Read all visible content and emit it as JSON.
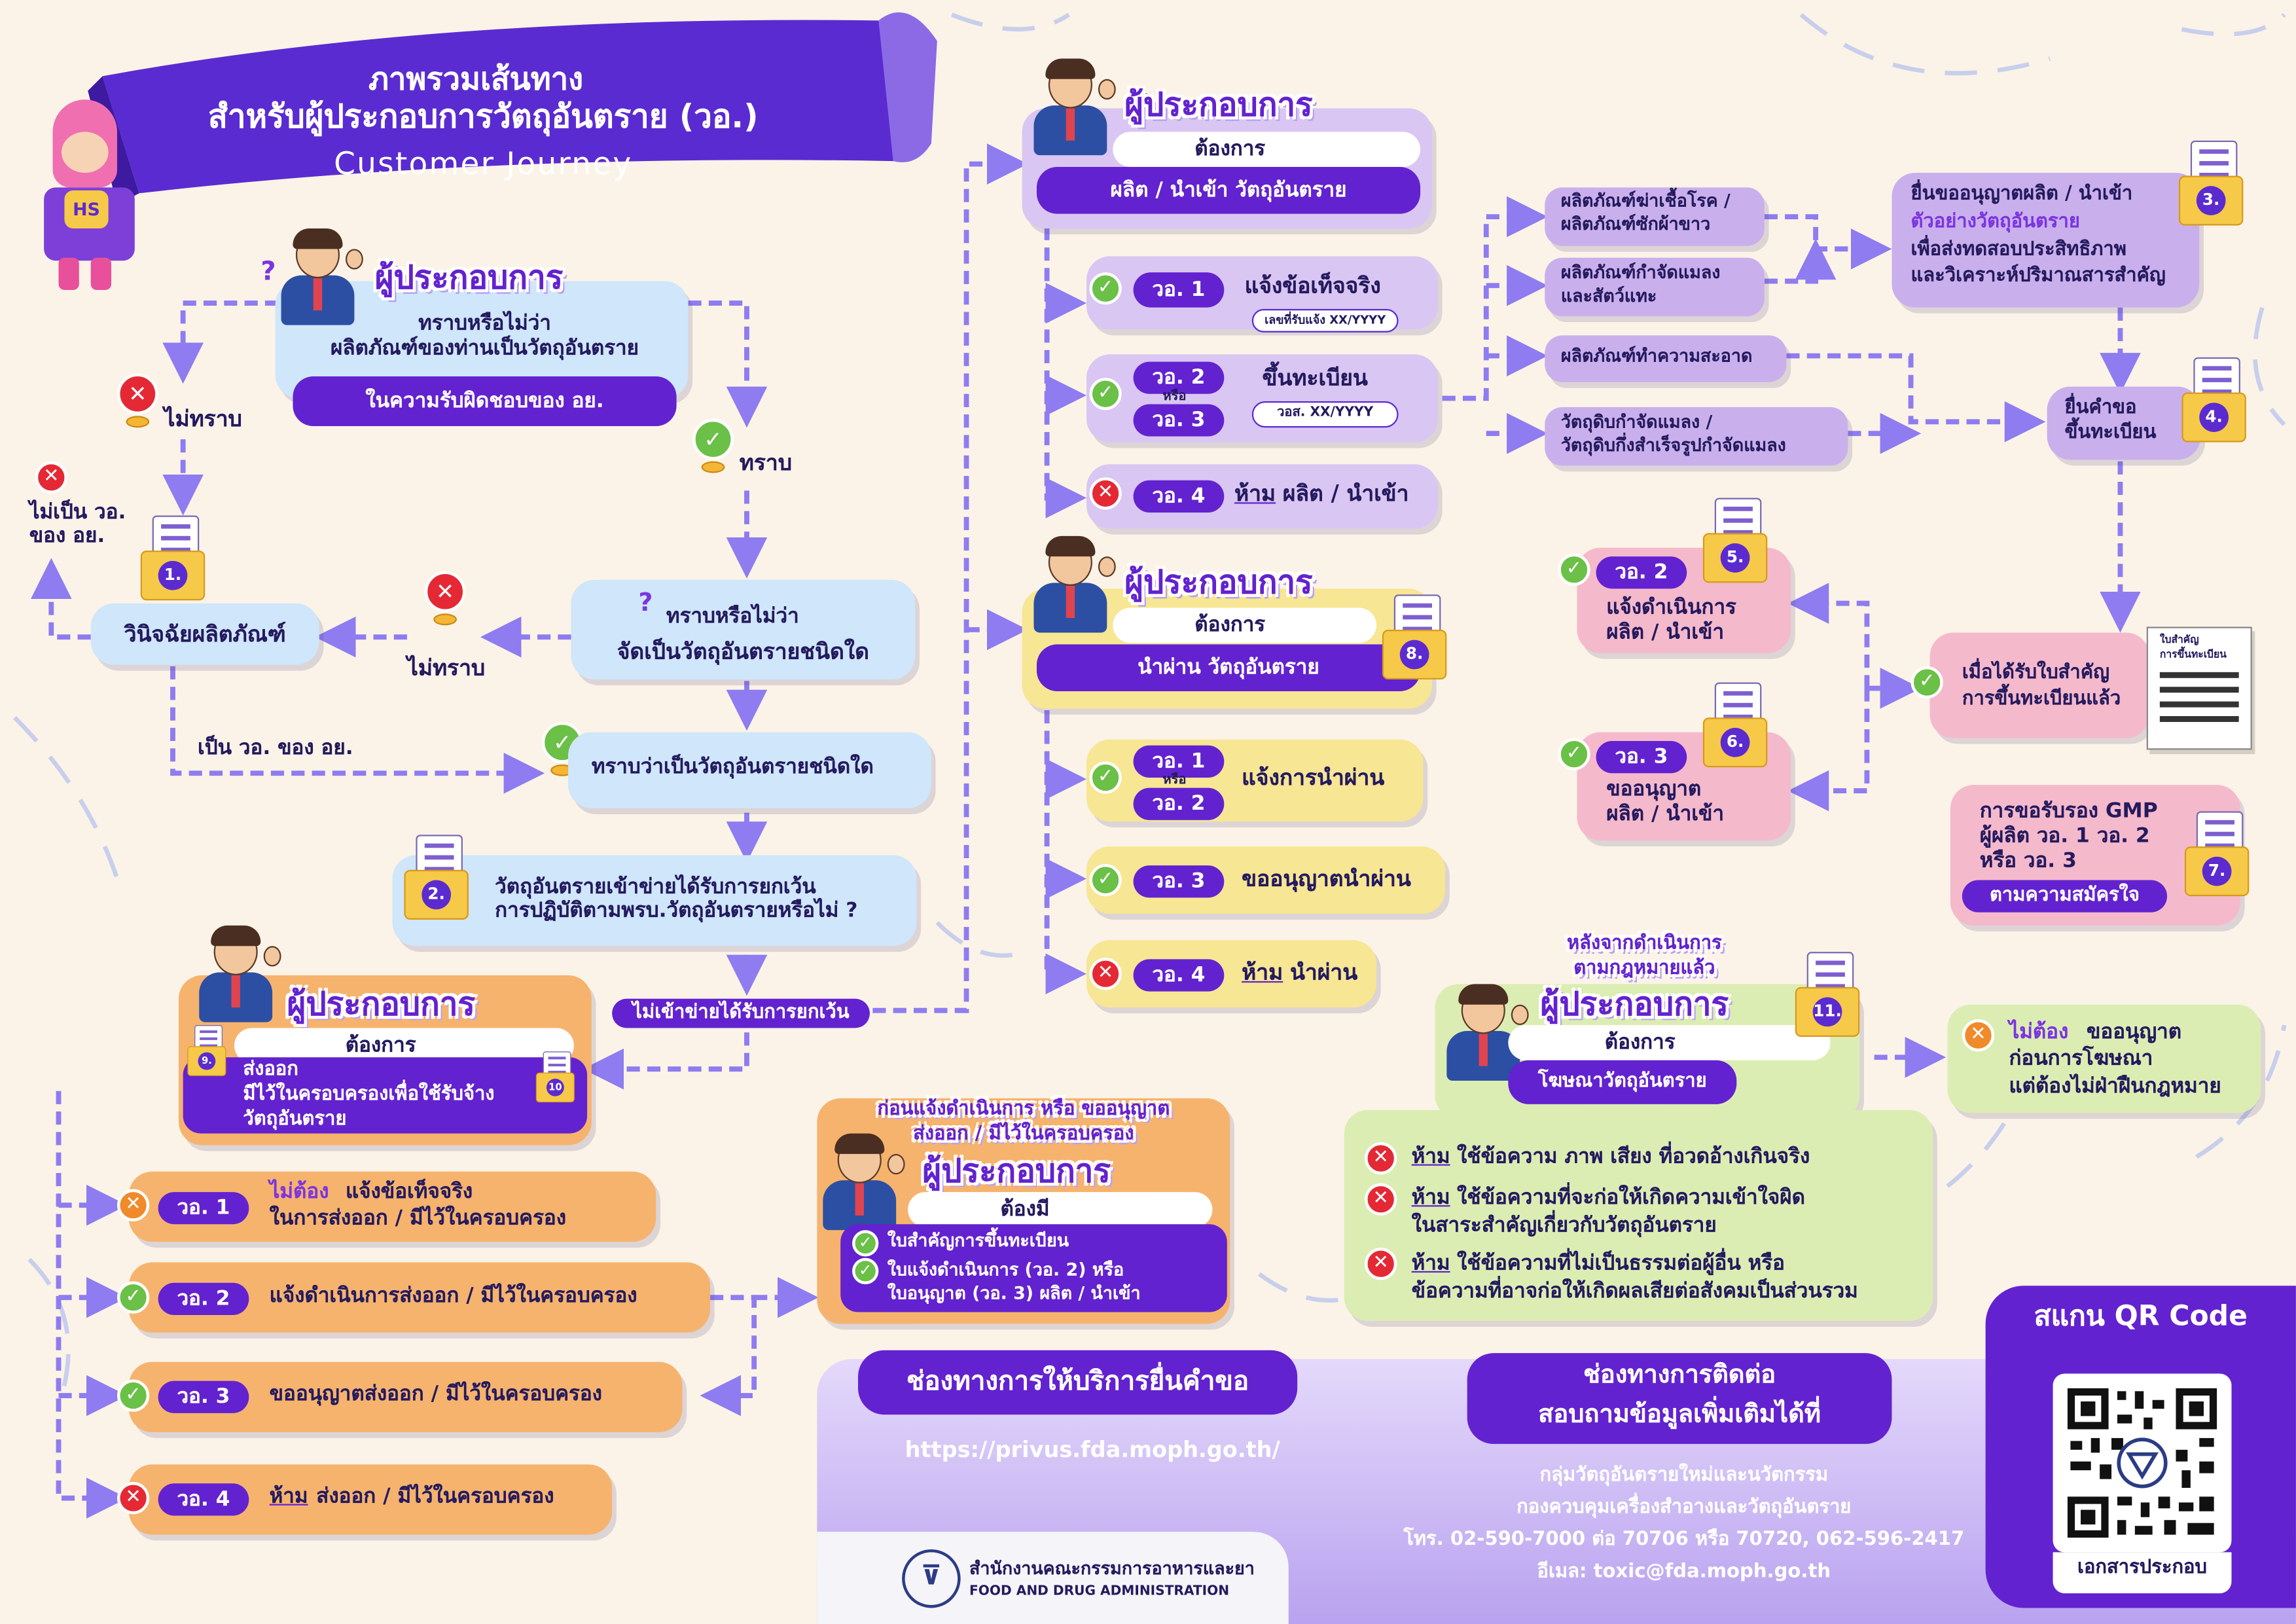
{
  "header": {
    "title_line1": "ภาพรวมเส้นทาง",
    "title_line2": "สำหรับผู้ประกอบการวัตถุอันตราย (วอ.)",
    "title_line3": "Customer Journey"
  },
  "mascot": {
    "badge": "HS"
  },
  "labels": {
    "operator": "ผู้ประกอบการ",
    "wants": "ต้องการ",
    "must_have": "ต้องมี",
    "or": "หรือ"
  },
  "start": {
    "line1": "ทราบหรือไม่ว่า",
    "line2": "ผลิตภัณฑ์ของท่านเป็นวัตถุอันตราย",
    "pill": "ในความรับผิดชอบของ อย."
  },
  "decision": {
    "unknown": "ไม่ทราบ",
    "known": "ทราบ",
    "not_fda_line1": "ไม่เป็น วอ.",
    "not_fda_line2": "ของ อย.",
    "diagnose": "วินิจฉัยผลิตภัณฑ์",
    "diagnose_num": "1.",
    "unknown2": "ไม่ทราบ",
    "which_type_line1": "ทราบหรือไม่ว่า",
    "which_type_line2": "จัดเป็นวัตถุอันตรายชนิดใด",
    "is_fda": "เป็น วอ. ของ อย.",
    "known_type": "ทราบว่าเป็นวัตถุอันตรายชนิดใด",
    "exempt_line1": "วัตถุอันตรายเข้าข่ายได้รับการยกเว้น",
    "exempt_line2": "การปฏิบัติตามพรบ.วัตถุอันตรายหรือไม่ ?",
    "exempt_num": "2.",
    "not_exempt": "ไม่เข้าข่ายได้รับการยกเว้น"
  },
  "produce": {
    "pill": "ผลิต / นำเข้า วัตถุอันตราย",
    "wo1": "วอ. 1",
    "wo1_text": "แจ้งข้อเท็จจริง",
    "wo1_doc": "เลขที่รับแจ้ง XX/YYYY",
    "wo2": "วอ. 2",
    "wo3": "วอ. 3",
    "wo23_text": "ขึ้นทะเบียน",
    "wo23_doc": "วอส. XX/YYYY",
    "wo4": "วอ. 4",
    "wo4_prefix": "ห้าม",
    "wo4_text": "ผลิต / นำเข้า"
  },
  "transit": {
    "pill": "นำผ่าน วัตถุอันตราย",
    "num": "8.",
    "wo1": "วอ. 1",
    "wo2": "วอ. 2",
    "wo12_text": "แจ้งการนำผ่าน",
    "wo3": "วอ. 3",
    "wo3_text": "ขออนุญาตนำผ่าน",
    "wo4": "วอ. 4",
    "wo4_prefix": "ห้าม",
    "wo4_text": "นำผ่าน"
  },
  "categories": {
    "c1_line1": "ผลิตภัณฑ์ฆ่าเชื้อโรค /",
    "c1_line2": "ผลิตภัณฑ์ซักผ้าขาว",
    "c2_line1": "ผลิตภัณฑ์กำจัดแมลง",
    "c2_line2": "และสัตว์แทะ",
    "c3": "ผลิตภัณฑ์ทำความสะอาด",
    "c4_line1": "วัตถุดิบกำจัดแมลง /",
    "c4_line2": "วัตถุดิบกึ่งสำเร็จรูปกำจัดแมลง"
  },
  "step3": {
    "line1": "ยื่นขออนุญาตผลิต / นำเข้า",
    "line2": "ตัวอย่างวัตถุอันตราย",
    "line3": "เพื่อส่งทดสอบประสิทธิภาพ",
    "line4": "และวิเคราะห์ปริมาณสารสำคัญ",
    "num": "3."
  },
  "step4": {
    "line1": "ยื่นคำขอ",
    "line2": "ขึ้นทะเบียน",
    "num": "4."
  },
  "cert": {
    "line1": "เมื่อได้รับใบสำคัญ",
    "line2": "การขึ้นทะเบียนแล้ว",
    "doc_line1": "ใบสำคัญ",
    "doc_line2": "การขึ้นทะเบียน"
  },
  "step5": {
    "badge": "วอ. 2",
    "line1": "แจ้งดำเนินการ",
    "line2": "ผลิต / นำเข้า",
    "num": "5."
  },
  "step6": {
    "badge": "วอ. 3",
    "line1": "ขออนุญาต",
    "line2": "ผลิต / นำเข้า",
    "num": "6."
  },
  "step7": {
    "line1": "การขอรับรอง GMP",
    "line2": "ผู้ผลิต วอ. 1 วอ. 2",
    "line3": "หรือ วอ. 3",
    "pill": "ตามความสมัครใจ",
    "num": "7."
  },
  "export": {
    "item9": "ส่งออก",
    "item10_line1": "มีไว้ในครอบครองเพื่อใช้รับจ้าง",
    "item10_line2": "วัตถุอันตราย",
    "num9": "9.",
    "num10": "10",
    "wo1": "วอ. 1",
    "wo1_prefix": "ไม่ต้อง",
    "wo1_text_line1": "แจ้งข้อเท็จจริง",
    "wo1_text_line2": "ในการส่งออก / มีไว้ในครอบครอง",
    "wo2": "วอ. 2",
    "wo2_text": "แจ้งดำเนินการส่งออก / มีไว้ในครอบครอง",
    "wo3": "วอ. 3",
    "wo3_text": "ขออนุญาตส่งออก / มีไว้ในครอบครอง",
    "wo4": "วอ. 4",
    "wo4_prefix": "ห้าม",
    "wo4_text": "ส่งออก / มีไว้ในครอบครอง"
  },
  "before_notify": {
    "header_line1": "ก่อนแจ้งดำเนินการ  หรือ  ขออนุญาต",
    "header_line2": "ส่งออก  /  มีไว้ในครอบครอง",
    "item1": "ใบสำคัญการขึ้นทะเบียน",
    "item2_line1": "ใบแจ้งดำเนินการ (วอ. 2) หรือ",
    "item2_line2": "ใบอนุญาต (วอ. 3) ผลิต / นำเข้า"
  },
  "advert": {
    "header_line1": "หลังจากดำเนินการ",
    "header_line2": "ตามกฎหมายแล้ว",
    "pill": "โฆษณาวัตถุอันตราย",
    "num": "11.",
    "result_prefix": "ไม่ต้อง",
    "result_line1": "ขออนุญาต",
    "result_line2": "ก่อนการโฆษณา",
    "result_line3": "แต่ต้องไม่ฝ่าฝืนกฎหมาย",
    "ban1_prefix": "ห้าม",
    "ban1": "ใช้ข้อความ ภาพ เสียง ที่อวดอ้างเกินจริง",
    "ban2_prefix": "ห้าม",
    "ban2_line1": "ใช้ข้อความที่จะก่อให้เกิดความเข้าใจผิด",
    "ban2_line2": "ในสาระสำคัญเกี่ยวกับวัตถุอันตราย",
    "ban3_prefix": "ห้าม",
    "ban3_line1": "ใช้ข้อความที่ไม่เป็นธรรมต่อผู้อื่น หรือ",
    "ban3_line2": "ข้อความที่อาจก่อให้เกิดผลเสียต่อสังคมเป็นส่วนรวม"
  },
  "footer": {
    "service_title": "ช่องทางการให้บริการยื่นคำขอ",
    "service_url": "https://privus.fda.moph.go.th/",
    "fda_th": "สำนักงานคณะกรรมการอาหารและยา",
    "fda_en": "FOOD AND DRUG ADMINISTRATION",
    "contact_title_line1": "ช่องทางการติดต่อ",
    "contact_title_line2": "สอบถามข้อมูลเพิ่มเติมได้ที่",
    "contact_line1": "กลุ่มวัตถุอันตรายใหม่และนวัตกรรม",
    "contact_line2": "กองควบคุมเครื่องสำอางและวัตถุอันตราย",
    "contact_line3": "โทร. 02-590-7000 ต่อ 70706 หรือ 70720, 062-596-2417",
    "contact_line4": "อีเมล: toxic@fda.moph.go.th",
    "qr_title": "สแกน QR Code",
    "qr_caption": "เอกสารประกอบ"
  },
  "colors": {
    "accent": "#6322cf",
    "arrow": "#8e7cf0",
    "light_blue": "#cfe6fb",
    "lavender": "#d9c6f2",
    "orange": "#f6b36e",
    "yellow": "#f7e693",
    "pink": "#f5b9cc",
    "green": "#dcedb4",
    "ok": "#6bc047",
    "ban": "#e42935",
    "background": "#fbf3e7"
  }
}
